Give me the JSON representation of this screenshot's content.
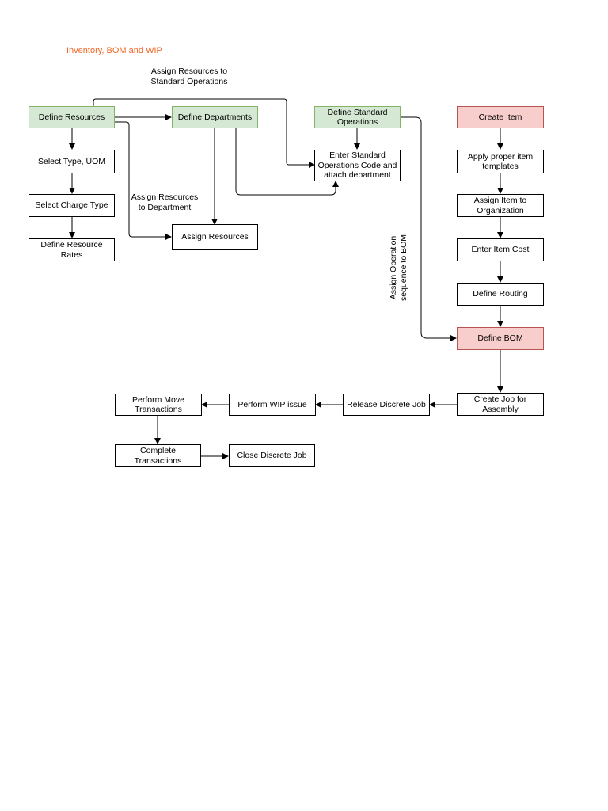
{
  "title": "Inventory, BOM and WIP",
  "colors": {
    "title": "#f26522",
    "green_fill": "#d5e8d4",
    "green_stroke": "#82b366",
    "red_fill": "#f8cecc",
    "red_stroke": "#b85450"
  },
  "nodes": {
    "define_resources": "Define Resources",
    "define_departments": "Define Departments",
    "define_standard_operations": "Define Standard Operations",
    "create_item": "Create Item",
    "select_type_uom": "Select Type, UOM",
    "enter_standard_operations": "Enter Standard Operations Code and attach department",
    "apply_templates": "Apply proper item templates",
    "select_charge_type": "Select Charge Type",
    "assign_item_org": "Assign Item to Organization",
    "define_resource_rates": "Define Resource Rates",
    "assign_resources": "Assign Resources",
    "enter_item_cost": "Enter Item Cost",
    "define_routing": "Define Routing",
    "define_bom": "Define BOM",
    "create_job": "Create Job for Assembly",
    "release_discrete_job": "Release Discrete Job",
    "perform_wip_issue": "Perform WIP issue",
    "perform_move": "Perform Move Transactions",
    "complete_transactions": "Complete Transactions",
    "close_discrete_job": "Close Discrete Job"
  },
  "edge_labels": {
    "assign_std_ops": "Assign Resources to Standard Operations",
    "assign_dept": "Assign Resources to Department",
    "assign_op_seq": "Assign Operation sequence to BOM"
  }
}
